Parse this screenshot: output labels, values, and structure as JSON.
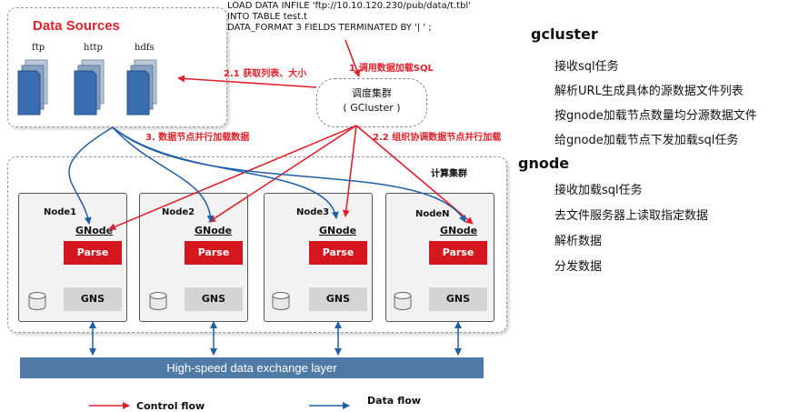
{
  "data_sources": {
    "title": "Data Sources",
    "protocols": [
      "ftp",
      "http",
      "hdfs"
    ]
  },
  "sql_statement": [
    "LOAD DATA INFILE 'ftp://10.10.120.230/pub/data/t.tbl'",
    "INTO TABLE test.t",
    "DATA_FORMAT 3 FIELDS TERMINATED BY '| ' ;"
  ],
  "scheduler": {
    "line1": "调度集群",
    "line2": "( GCluster )"
  },
  "flow_labels": {
    "step1": "1.调用数据加载SQL",
    "step21": "2.1 获取列表、大小",
    "step22": "2.2 组织协调数据节点并行加载",
    "step3": "3. 数据节点并行加载数据"
  },
  "cluster_label": "计算集群",
  "nodes": [
    {
      "name": "Node1",
      "gnode": "GNode",
      "parse": "Parse",
      "gns": "GNS"
    },
    {
      "name": "Node2",
      "gnode": "GNode",
      "parse": "Parse",
      "gns": "GNS"
    },
    {
      "name": "Node3",
      "gnode": "GNode",
      "parse": "Parse",
      "gns": "GNS"
    },
    {
      "name": "NodeN",
      "gnode": "GNode",
      "parse": "Parse",
      "gns": "GNS"
    }
  ],
  "exchange_layer": "High-speed data exchange layer",
  "legend": {
    "control": "Control flow",
    "data": "Data flow"
  },
  "colors": {
    "control": "#e0202a",
    "data": "#1f5fa8",
    "parse": "#d4171f",
    "bar": "#4f7aa6"
  },
  "side": {
    "gcluster": {
      "title": "gcluster",
      "items": [
        "接收sql任务",
        "解析URL生成具体的源数据文件列表",
        "按gnode加载节点数量均分源数据文件",
        "给gnode加载节点下发加载sql任务"
      ]
    },
    "gnode": {
      "title": "gnode",
      "items": [
        "接收加载sql任务",
        "去文件服务器上读取指定数据",
        "解析数据",
        "分发数据"
      ]
    }
  }
}
